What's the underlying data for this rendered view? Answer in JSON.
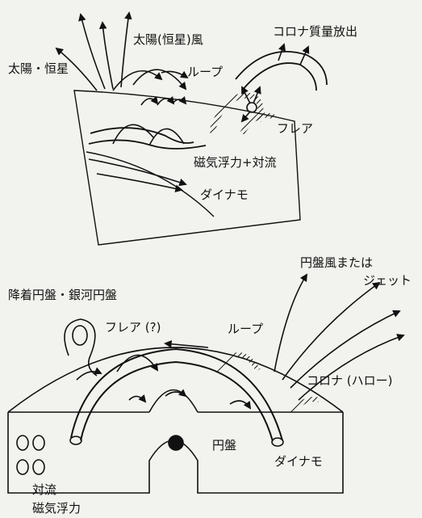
{
  "top_panel": {
    "labels": {
      "star": "太陽・恒星",
      "wind": "太陽(恒星)風",
      "loop": "ループ",
      "cme": "コロナ質量放出",
      "flare": "フレア",
      "buoyancy": "磁気浮力+対流",
      "dynamo": "ダイナモ"
    }
  },
  "bottom_panel": {
    "labels": {
      "disk": "降着円盤・銀河円盤",
      "disk_wind_line1": "円盤風または",
      "disk_wind_line2": "ジェット",
      "flare": "フレア (?)",
      "loop": "ループ",
      "corona": "コロナ (ハロー)",
      "disk_center": "円盤",
      "dynamo": "ダイナモ",
      "convection": "対流",
      "buoyancy": "磁気浮力"
    }
  }
}
